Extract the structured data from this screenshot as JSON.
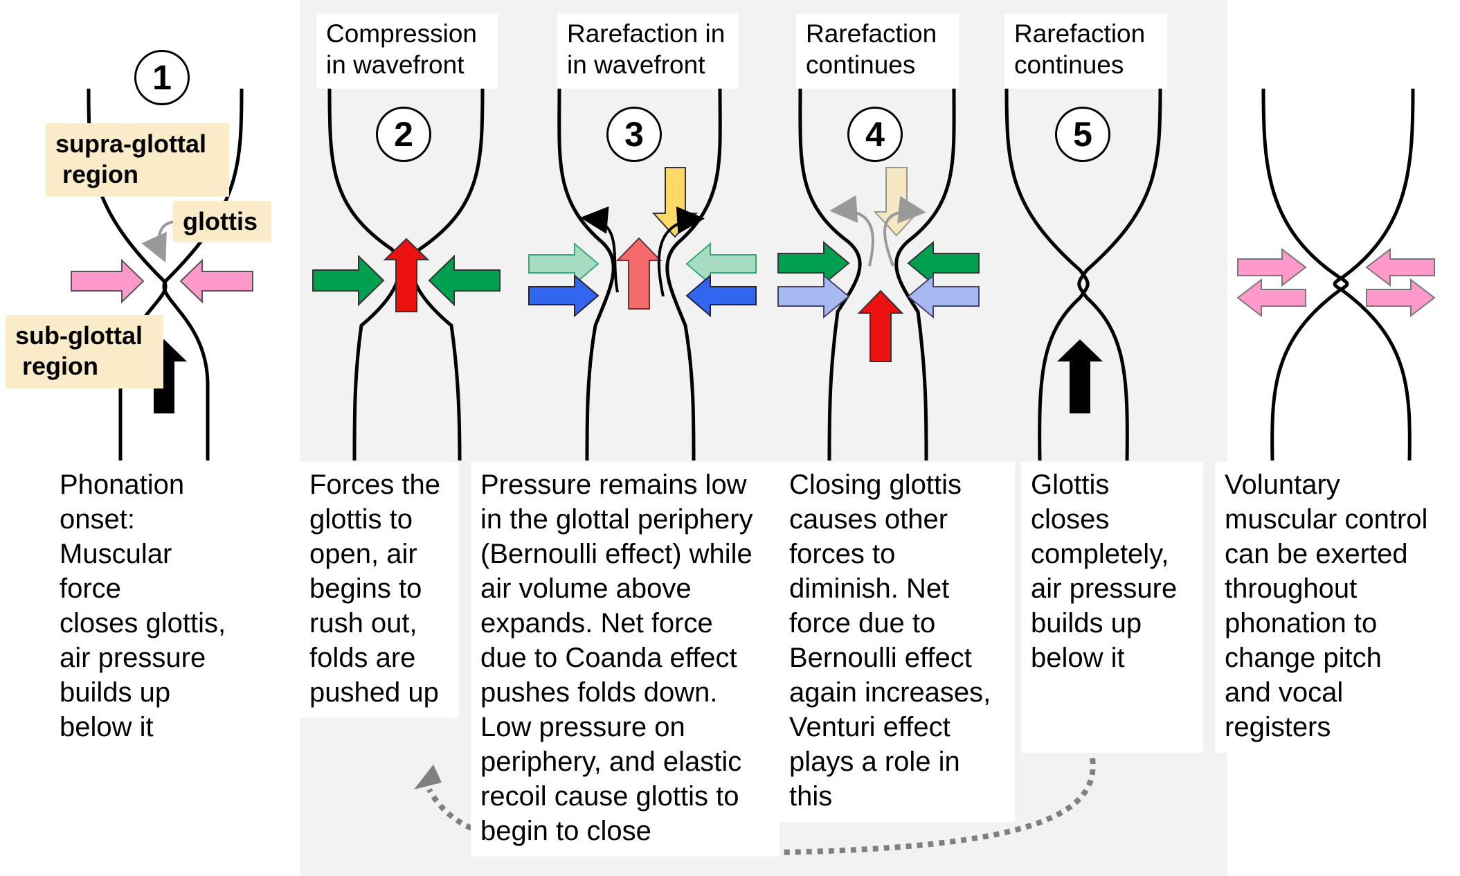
{
  "colors": {
    "background_panel": "#f2f2f2",
    "label_fill": "#faecc8",
    "pink": "#ff99cc",
    "green": "#00a050",
    "light_green": "#a8dcc0",
    "red": "#ee1111",
    "salmon": "#f56a6a",
    "yellow": "#ffd966",
    "light_yellow": "#f5e6c4",
    "blue": "#3366ee",
    "light_blue": "#a8b8f0",
    "black": "#000000",
    "grey": "#999999"
  },
  "stages": [
    {
      "number": "1",
      "header": "",
      "caption": "Phonation\nonset:\nMuscular\nforce\ncloses glottis,\nair pressure\nbuilds up\nbelow it"
    },
    {
      "number": "2",
      "header": "Compression\nin wavefront",
      "caption": "Forces the\nglottis to\nopen, air\nbegins to\nrush out,\nfolds are\npushed up"
    },
    {
      "number": "3",
      "header": "Rarefaction in\nin wavefront",
      "caption": "Pressure remains low\nin the glottal periphery\n(Bernoulli effect) while\nair volume above\nexpands. Net force\ndue to Coanda effect\npushes folds down.\nLow pressure on\nperiphery, and elastic\nrecoil cause glottis to\nbegin to close"
    },
    {
      "number": "4",
      "header": "Rarefaction\ncontinues",
      "caption": "Closing glottis\ncauses other\nforces to\ndiminish. Net\nforce due to\nBernoulli effect\nagain increases,\nVenturi effect\nplays a role in\nthis"
    },
    {
      "number": "5",
      "header": "Rarefaction\ncontinues",
      "caption": "Glottis\ncloses\ncompletely,\nair pressure\nbuilds up\nbelow it"
    },
    {
      "number": "",
      "header": "",
      "caption": "Voluntary\nmuscular control\ncan be exerted\nthroughout\nphonation to\nchange pitch\nand vocal\nregisters"
    }
  ],
  "labels": {
    "supra_glottal": "supra-glottal\n region",
    "glottis": "glottis",
    "sub_glottal": "sub-glottal\n region"
  },
  "arrows": {
    "stage1": [
      "pink-inward-left-icon",
      "pink-inward-right-icon",
      "black-up-arrow-icon"
    ],
    "stage2": [
      "green-inward-left-icon",
      "green-inward-right-icon",
      "red-up-arrow-icon"
    ],
    "stage3": [
      "light-green-outward-left-icon",
      "light-green-outward-right-icon",
      "blue-inward-left-icon",
      "blue-inward-right-icon",
      "salmon-up-arrow-icon",
      "yellow-down-arrow-icon",
      "black-curved-outflow-icon"
    ],
    "stage4": [
      "green-inward-left-icon",
      "green-inward-right-icon",
      "light-blue-inward-left-icon",
      "light-blue-inward-right-icon",
      "red-up-arrow-icon",
      "pale-yellow-down-arrow-icon",
      "grey-curved-outflow-icon"
    ],
    "stage5": [
      "black-up-arrow-icon"
    ],
    "stage6": [
      "pink-double-arrow-left-icon",
      "pink-double-arrow-right-icon"
    ],
    "cycle": "dotted-cycle-return-arrow-icon"
  }
}
